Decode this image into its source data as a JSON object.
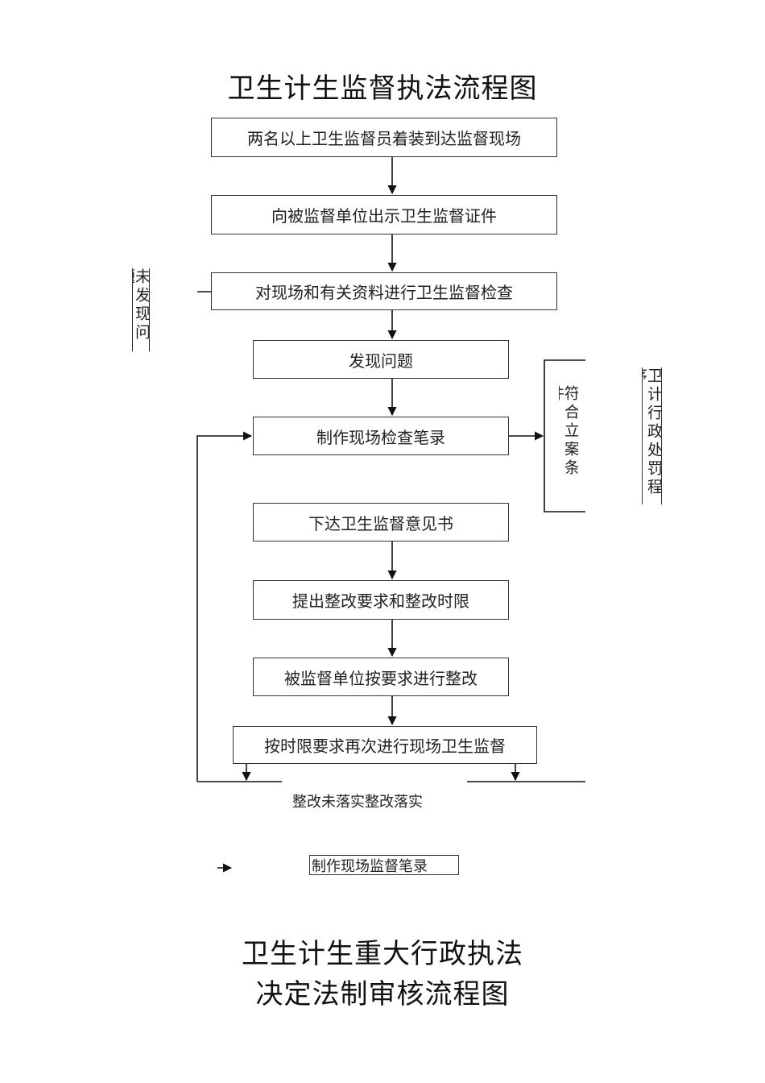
{
  "title": "卫生计生监督执法流程图",
  "steps": [
    "两名以上卫生监督员着装到达监督现场",
    "向被监督单位出示卫生监督证件",
    "对现场和有关资料进行卫生监督检查",
    "发现问题",
    "制作现场检查笔录",
    "下达卫生监督意见书",
    "提出整改要求和整改时限",
    "被监督单位按要求进行整改",
    "按时限要求再次进行现场卫生监督"
  ],
  "side_left": "未发现问题",
  "side_right_condition": "符合立案条件",
  "side_far_right": "卫计行政处罚程序",
  "bottom_labels": "整改未落实整改落实",
  "bottom_box": "制作现场监督笔录",
  "second_title": {
    "line1": "卫生计生重大行政执法",
    "line2": "决定法制审核流程图"
  }
}
